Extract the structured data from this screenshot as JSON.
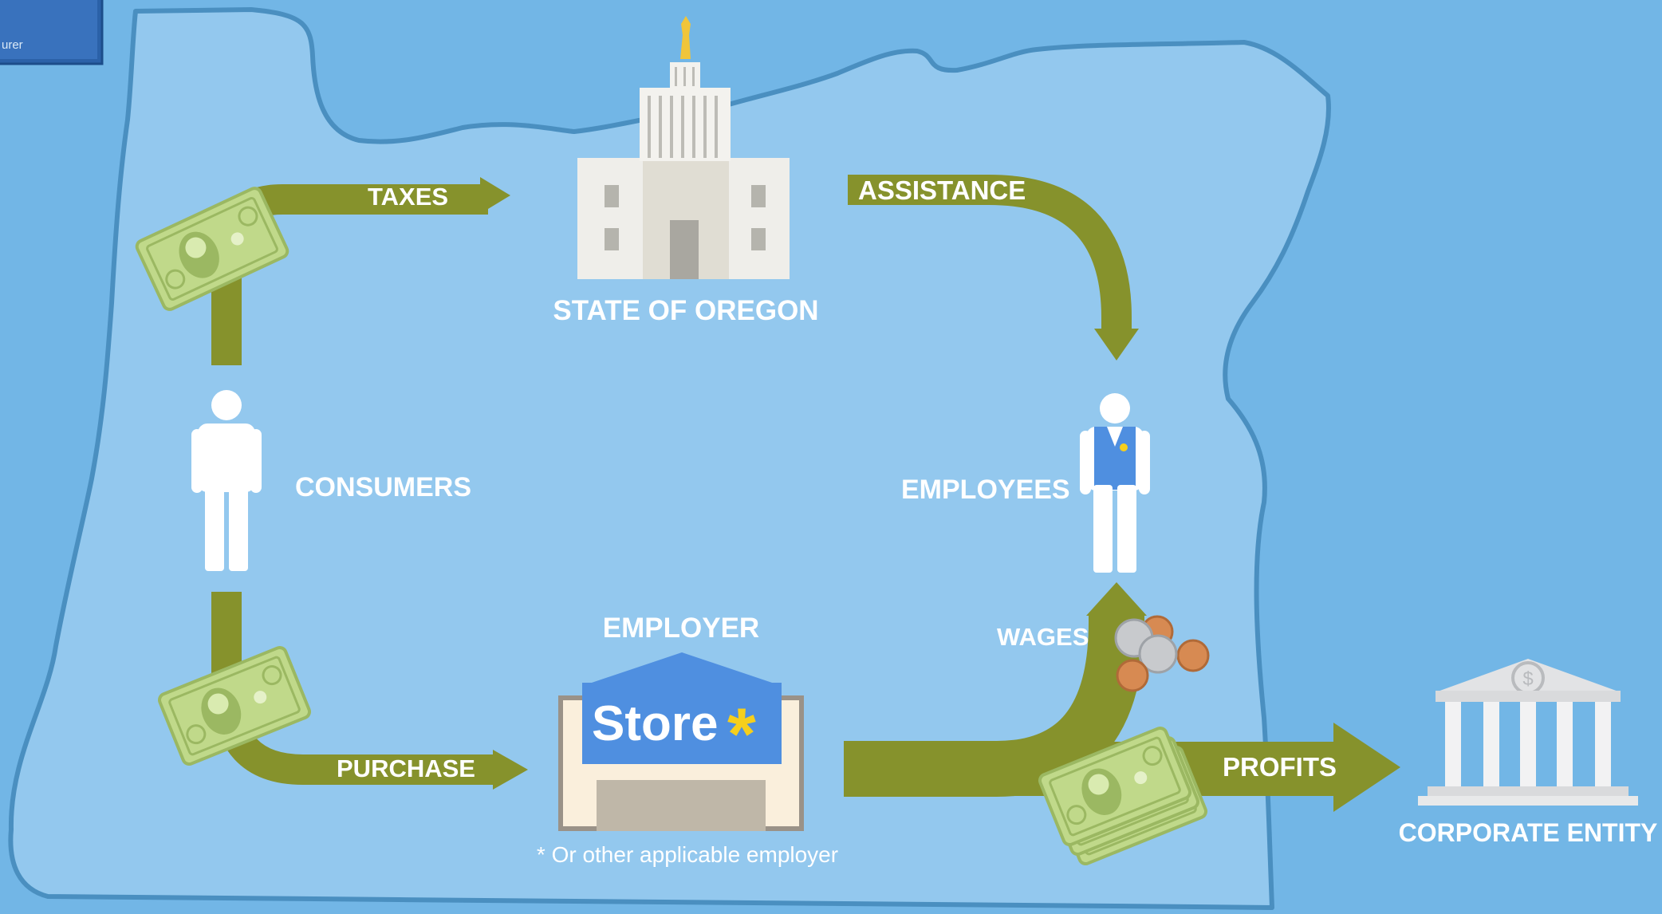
{
  "thumbnail": {
    "caption": "urer"
  },
  "nodes": {
    "state": "STATE OF OREGON",
    "consumers": "CONSUMERS",
    "employees": "EMPLOYEES",
    "employer": "EMPLOYER",
    "corporate": "CORPORATE ENTITY"
  },
  "flows": {
    "taxes": "TAXES",
    "assistance": "ASSISTANCE",
    "purchase": "PURCHASE",
    "wages": "WAGES",
    "profits": "PROFITS"
  },
  "store": {
    "sign_text": "Store",
    "sign_symbol": "*"
  },
  "footnote": "* Or other applicable employer",
  "colors": {
    "background": "#72b6e6",
    "state_shape": "#93c8ee",
    "state_border": "#4a8fc0",
    "flow_arrow": "#86922c",
    "label": "#ffffff",
    "bill": "#d9ebb0",
    "store_blue": "#4f8fe0",
    "store_star": "#f6cf1c"
  },
  "icons": [
    "capitol-icon",
    "person-icon",
    "employee-icon",
    "store-icon",
    "bank-icon",
    "dollar-bill-icon",
    "coins-icon"
  ]
}
